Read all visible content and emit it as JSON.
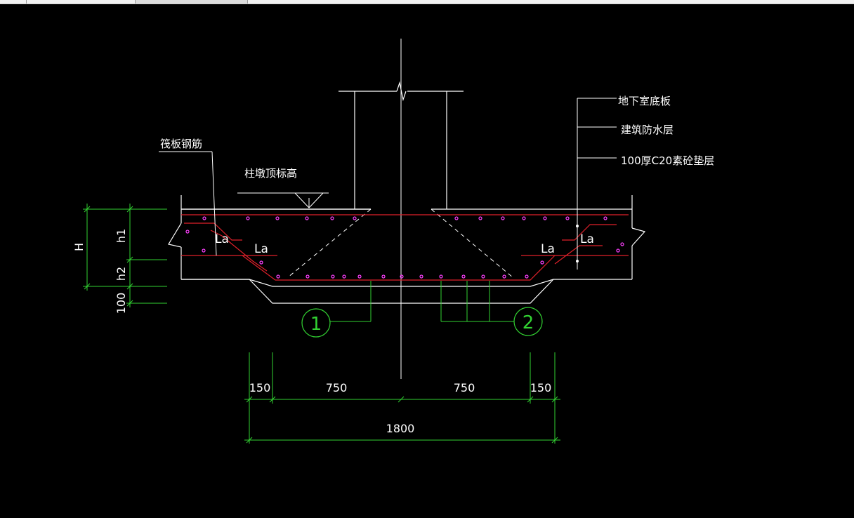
{
  "labels": {
    "raft_rebar": "筏板钢筋",
    "pier_top_elev": "柱墩顶标高",
    "basement_floor": "地下室底板",
    "waterproof_layer": "建筑防水层",
    "cushion_layer": "100厚C20素砼垫层"
  },
  "anchorage": {
    "la_left_outer": "La",
    "la_left_inner": "La",
    "la_right_inner": "La",
    "la_right_outer": "La"
  },
  "dimensions": {
    "dim_150_left": "150",
    "dim_750_left": "750",
    "dim_750_right": "750",
    "dim_150_right": "150",
    "dim_total": "1800",
    "dim_h": "H",
    "dim_h1": "h1",
    "dim_h2": "h2",
    "dim_100": "100"
  },
  "callouts": {
    "bubble_1": "1",
    "bubble_2": "2"
  },
  "colors": {
    "background": "#000000",
    "outline": "#ffffff",
    "rebar": "#e0202a",
    "rebar_dot": "#ff40ff",
    "dimension": "#32d232",
    "callout": "#32d232"
  }
}
